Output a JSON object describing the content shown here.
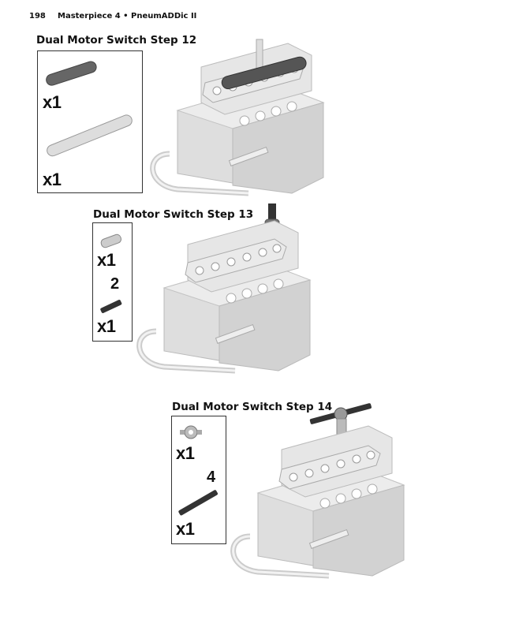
{
  "header": {
    "page_number": "198",
    "running_title": "Masterpiece 4 • PneumADDic II"
  },
  "steps": [
    {
      "title": "Dual Motor Switch Step 12",
      "parts": [
        {
          "qty": "x1"
        },
        {
          "qty": "x1"
        }
      ]
    },
    {
      "title": "Dual Motor Switch Step 13",
      "parts": [
        {
          "qty": "x1"
        },
        {
          "qty": "x1",
          "length_callout": "2"
        }
      ]
    },
    {
      "title": "Dual Motor Switch Step 14",
      "parts": [
        {
          "qty": "x1"
        },
        {
          "qty": "x1",
          "length_callout": "4"
        }
      ]
    }
  ]
}
